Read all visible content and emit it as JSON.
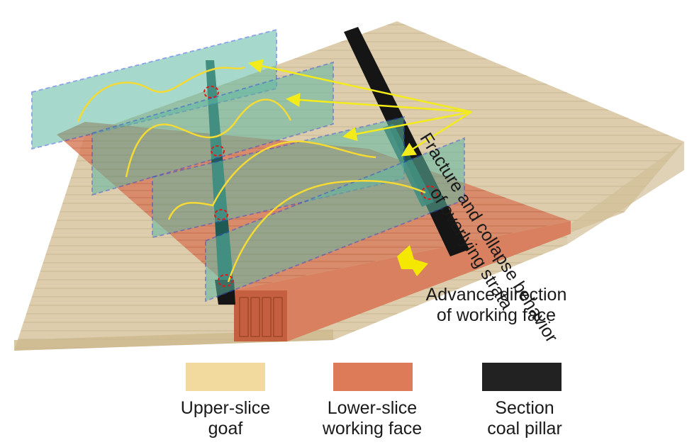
{
  "annotations": {
    "strata_title": [
      "Fracture and collapse behavior",
      "of overlying strata"
    ],
    "advance_direction": [
      "Advance direction",
      "of working face"
    ]
  },
  "legend": [
    {
      "label": [
        "Upper-slice",
        "goaf"
      ],
      "color": "#f2d99e"
    },
    {
      "label": [
        "Lower-slice",
        "working face"
      ],
      "color": "#dd7a57"
    },
    {
      "label": [
        "Section",
        "coal pillar"
      ],
      "color": "#222222"
    }
  ],
  "colors": {
    "upper_goaf": "#d9c7a3",
    "lower_face": "#d8805f",
    "coal_pillar": "#151515",
    "section_plane": "#5fb9a4",
    "plane_border": "#2f55d6",
    "curve": "#f4da34",
    "arrow": "#f3ec1a",
    "marker": "#e01818"
  }
}
